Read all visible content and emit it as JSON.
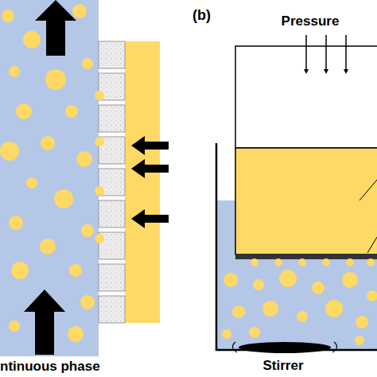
{
  "diagram": {
    "labels": [
      "(b)",
      "Pressure",
      "Stirrer",
      "ntinuous phase"
    ]
  }
}
